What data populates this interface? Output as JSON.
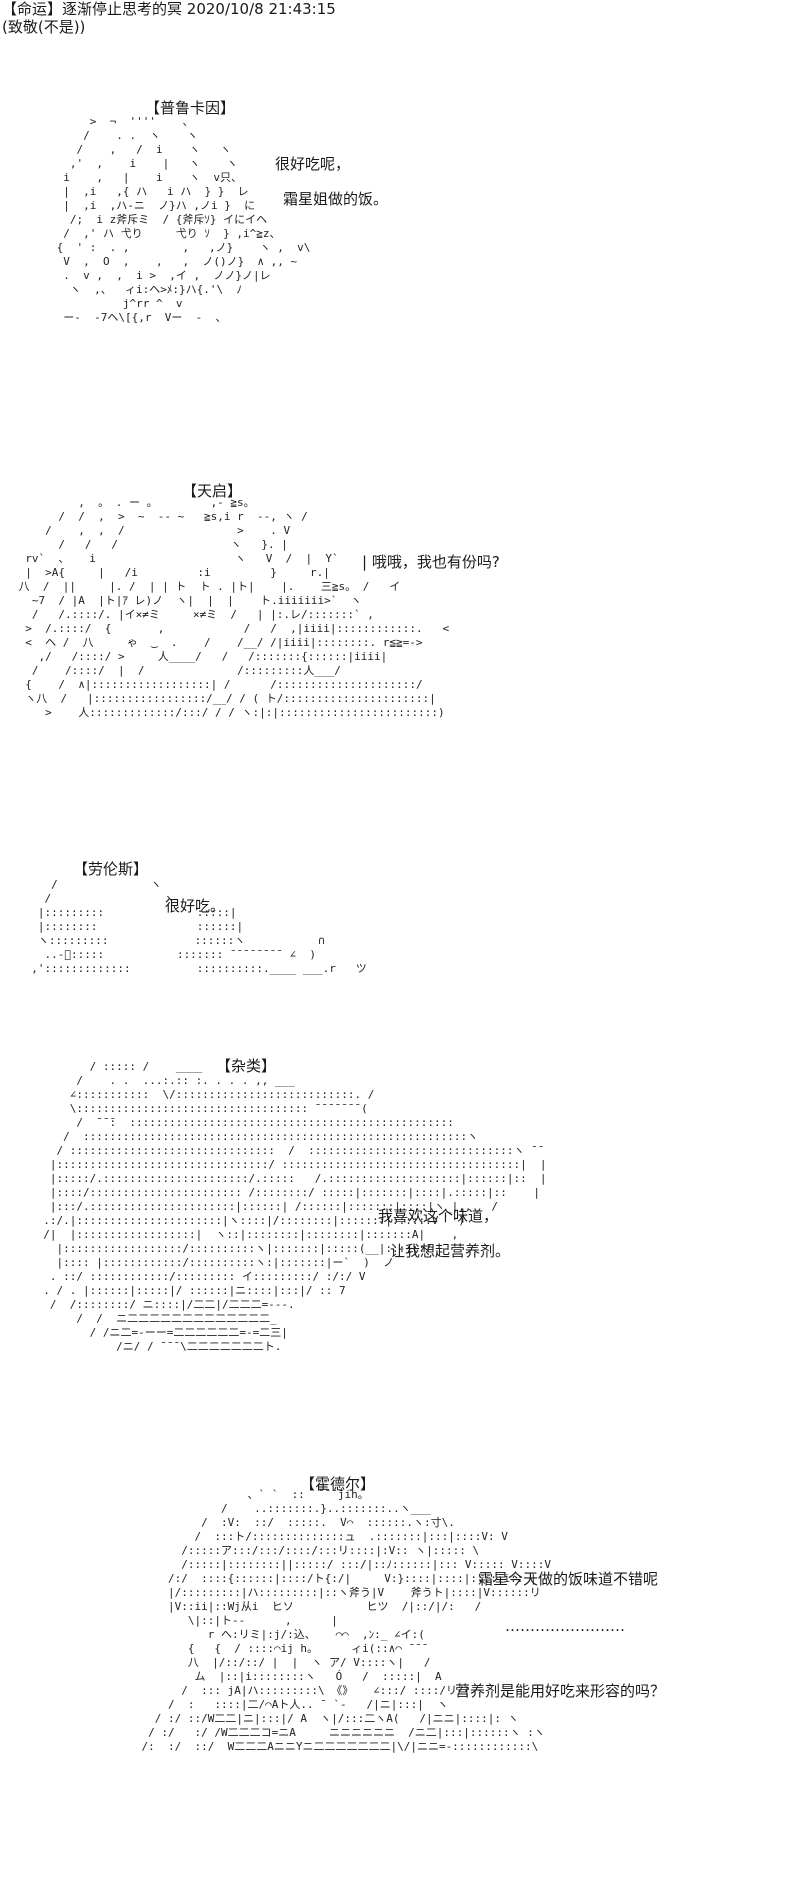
{
  "header": {
    "line1": "【命运】逐渐停止思考的冥 2020/10/8 21:43:15",
    "line2": "(致敬(不是))"
  },
  "panels": [
    {
      "speaker": "【普鲁卡因】",
      "lines": [
        "很好吃呢，",
        "霜星姐做的饭。"
      ],
      "art": "      >  ¬  ''''    、\n     /    . .  ヽ    ヽ\n    /    ,   /  i    ヽ   ヽ\n   ,'  ,    i    |   ヽ    ヽ\n  i    ,   |    i    ヽ  v只、\n  |  ,i   ,{ ハ   i ハ  } }  レ\n  |  ,i  ,ハ-ニ  ノ}ハ ,ノi }  に\n   /;  i z斧斥ミ  / {斧斥ｿ} イにイヘ\n  /  ,' ハ 弋り     弋り ｿ  } ,i^≧z、\n {  ' :  . ,        ,   ,ノ}    ヽ ,  v\\\n  V  ,  O  ,    ,   ,  ノ()ノ}  ∧ ,, ~\n  .  v ,  ,  i >  ,イ ,  ノノ}ノ|レ\n   ヽ  ,、  ィi:ヘ>ﾒ:}ハ{.'\\  ﾉ\n           j^rr ^  v\n  ー-  -7ヘ\\[{,r  Vー  -  、"
    },
    {
      "speaker": "【天启】",
      "lines": [
        "| 哦哦，我也有份吗?"
      ],
      "art": "          ,  。 . ー 。        ,- ≧s。\n       /  /  ,  >  ~  -- ~   ≧s,i r  --, ヽ /\n     /    ,  ,  /                 >    . V\n       /   /   /                 ヽ   }. |\n  rv`  、   i                     ヽ   V  /  |  Y`\n  |  >A{     |   /i         :i         }     r.|\n 八  /  ||     |. /  | | ト  ト . |ト|    |.    三≧s。 /   イ\n   ~7  / |A  |ト|ｱ レ)ノ  ヽ|  |  |    ト.iiiiiii>`  ヽ\n   /   /.::::/. |イ×≠ミ     ×≠ミ  /   | |:.レ/:::::::` ,\n  >  /.::::/  {       ,            /   /  ,|iiii|::::::::::::.   <\n  <  ヘ /  八     ゃ  ‿  .    /    /__/ /|iiii|::::::::. r≦≧=->\n    ,/   /::::/ >     人____/   /   /:::::::{::::::|iiii|\n   /    /::::/  |  /              /:::::::::人___/\n  {    /  ∧|::::::::::::::::::| /      /:::::::::::::::::::::/\n  ヽ八  /   |:::::::::::::::::/__/ / ( ト/::::::::::::::::::::::|\n     >    人:::::::::::::/:::/ / / ヽ:|:|::::::::::::::::::::::::)"
    },
    {
      "speaker": "【劳伦斯】",
      "lines": [
        "很好吃。"
      ],
      "art": "     /              ヽ\n    /                 ヽ\n   |:::::::::              :::::|\n   |::::::::               ::::::|\n   ヽ:::::::::             ::::::ヽ           ∩\n    ..-ﾞ:::::           ::::::: ̄ ̄ ̄ ̄ ̄ ̄ ̄ ̄  ∠  )\n  ,':::::::::::::          ::::::::::.____ ___.r   ツ"
    },
    {
      "speaker": "【杂类】",
      "lines": [
        "我喜欢这个味道，",
        "让我想起营养剂。"
      ],
      "art": "         / ::::: /    ____\n       /    . .  ...:.:: :. . . . ,, ___\n      ∠:::::::::::  \\/:::::::::::::::::::::::::::. /\n      \\::::::::::::::::::::::::::::::::::: ̄ ̄ ̄ ̄ ̄ ̄ ̄ (\n       /  ̄ ̄ ̄:  :::::::::::::::::::::::::::::::::::::::::::::::::\n     /  ::::::::::::::::::::::::::::::::::::::::::::::::::::::::::ヽ\n    / :::::::::::::::::::::::::::::::  /  :::::::::::::::::::::::::::::::ヽ ̄ ̄\n   |::::::::::::::::::::::::::::::::/ ::::::::::::::::::::::::::::::::::::|  |\n   |:::::/.::::::::::::::::::::::/.:::::   /.::::::::::::::::::::|::::::|::  |\n   |::::/::::::::::::::::::::::: /::::::::/ :::::|:::::::|::::|.:::::|::    |\n   |:::/.::::::::::::::::::::::|::::::| /::::::|:::::::|::::|ヽ_|,,   /\n  .:/.|::::::::::::::::::::::|ヽ::::|/::::::::|:::::::|::::::V   )\n  /|  |::::::::::::::::::|  ヽ::|::::::::|::::::::|:::::::A|    ,\n    |::::::::::::::::::/::::::::::ヽ|:::::::|:::::(__|::::::/\n    |:::: |::::::::::::/::::::::::ヽ:|:::::::|ー`  )  ノ\n   . ::/ ::::::::::::/::::::::: イ:::::::::/ :/:/ V\n  . / . |::::::|:::::|/ ::::::|ニ::::|:::|/ :: 7\n   /  /::::::::/ ニ::::|/二二|/二二二=---.\n       /  /  ニ二二二二二二二二二二二二二_\n         / /ニ二=-ーー=二二二二二二=-=二三|\n             /ニ/ / ̄ ̄ ̄ \\二二二二二二二ト."
    },
    {
      "speaker": "【霍德尔】",
      "lines": [
        "霜星今天做的饭味道不错呢",
        "……………………",
        "营养剂是能用好吃来形容的吗？"
      ],
      "art": "                    、` `  ::  ̄ ̄ ̄ ̄jih。\n                /    ..:::::::.}..:::::::..ヽ___\n             /  :V:  ::/  :::::.  V⌒  ::::::.ヽ:寸\\.\n            /  :::ト/::::::::::::::ュ  .:::::::|:::|::::V: V\n          /:::::ア:::/:::/::::/:::リ::::|:V:: ヽ|::::: \\\n          /:::::|::::::::||:::::/ :::/|::ﾉ::::::|::: V::::: V::::V\n        /:/  ::::{::::::|::::/ト{:/|     V:}::::|::::|:::::i:: |\n        |/:::::::::|ハ:::::::::|::ヽ斧う|V    斧うト|::::|V::::::リ\n        |V::ii|::Wj从i  ヒソ           ヒツ  /|::/|/:   /\n           \\|::|ト--      ,      |\n              r ヘ:リミ|:j/:込、   ⌒⌒  ,ﾝ:_ ∠イ:(\n           {   {  / ::::⌒ij h。     ィi(::∧⌒ ̄ ̄ ̄\n           八  |/::/::/ |  |  ヽ ア/ V::::ヽ|   /\n            ム  |::|i::::::::ヽ   Ó   /  :::::|  A\n          /  ::: jA|ハ:::::::::\\ 《》   ∠:::/ ::::/リ/|\n        /  :   ::::|二/⌒Aト人.. ̄  `-   /|ニ|:::|  ヽ\n      / :/ ::/W二二|ニ|:::|/ A  ヽ|/:::二ヽA(   /|ニニ|::::|: ヽ\n     / :/   :/ /W二二二コ=ニA     ニニニニニニ  /ニ二|:::|::::::ヽ :ヽ\n    /:  :/  ::/  W二二二AニニYニ二二二二二二二|\\/|ニニ=-::::::::::::\\"
    }
  ]
}
